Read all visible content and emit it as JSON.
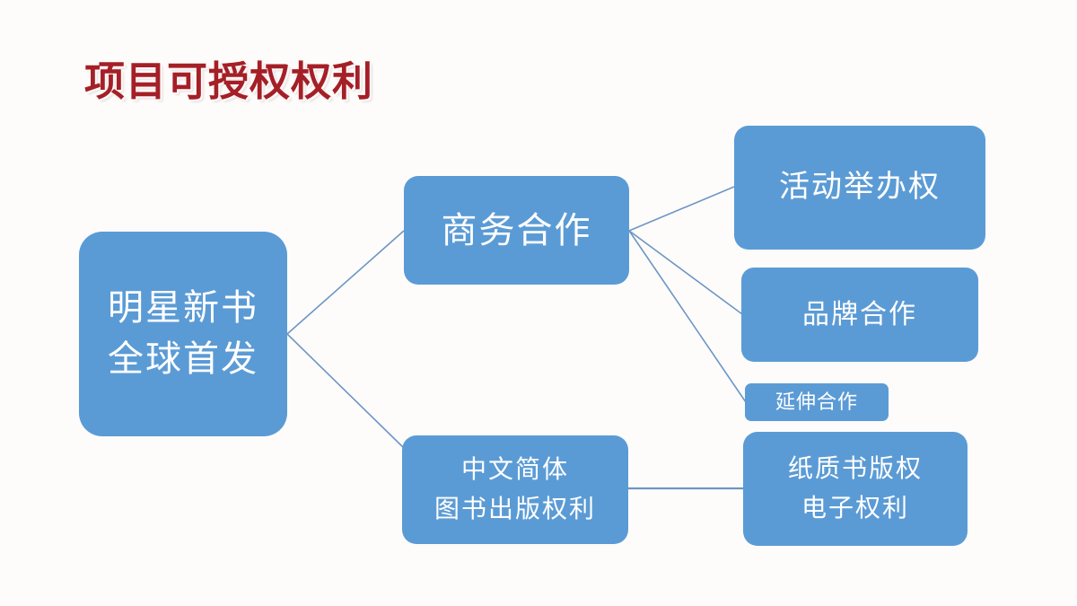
{
  "slide": {
    "title": "项目可授权权利",
    "background_color": "#fdfcfb",
    "title_color": "#a51f26",
    "node_color": "#5b9bd5",
    "node_text_color": "#ffffff",
    "connector_color": "#6d96c4"
  },
  "nodes": {
    "root": {
      "name": "明星新书全球首发",
      "line1": "明星新书",
      "line2": "全球首发"
    },
    "business": {
      "line1": "商务合作"
    },
    "event": {
      "line1": "活动举办权"
    },
    "brand": {
      "line1": "品牌合作"
    },
    "extended": {
      "line1": "延伸合作"
    },
    "chinese_book": {
      "line1": "中文简体",
      "line2": "图书出版权利"
    },
    "print_digital": {
      "line1": "纸质书版权",
      "line2": "电子权利"
    }
  },
  "connectors": [
    {
      "name": "root-to-business",
      "from": "root",
      "to": "business"
    },
    {
      "name": "root-to-chinese-book",
      "from": "root",
      "to": "chinese_book"
    },
    {
      "name": "business-to-event",
      "from": "business",
      "to": "event"
    },
    {
      "name": "business-to-brand",
      "from": "business",
      "to": "brand"
    },
    {
      "name": "business-to-extended",
      "from": "business",
      "to": "extended"
    },
    {
      "name": "chinese-book-to-print-digital",
      "from": "chinese_book",
      "to": "print_digital"
    }
  ]
}
